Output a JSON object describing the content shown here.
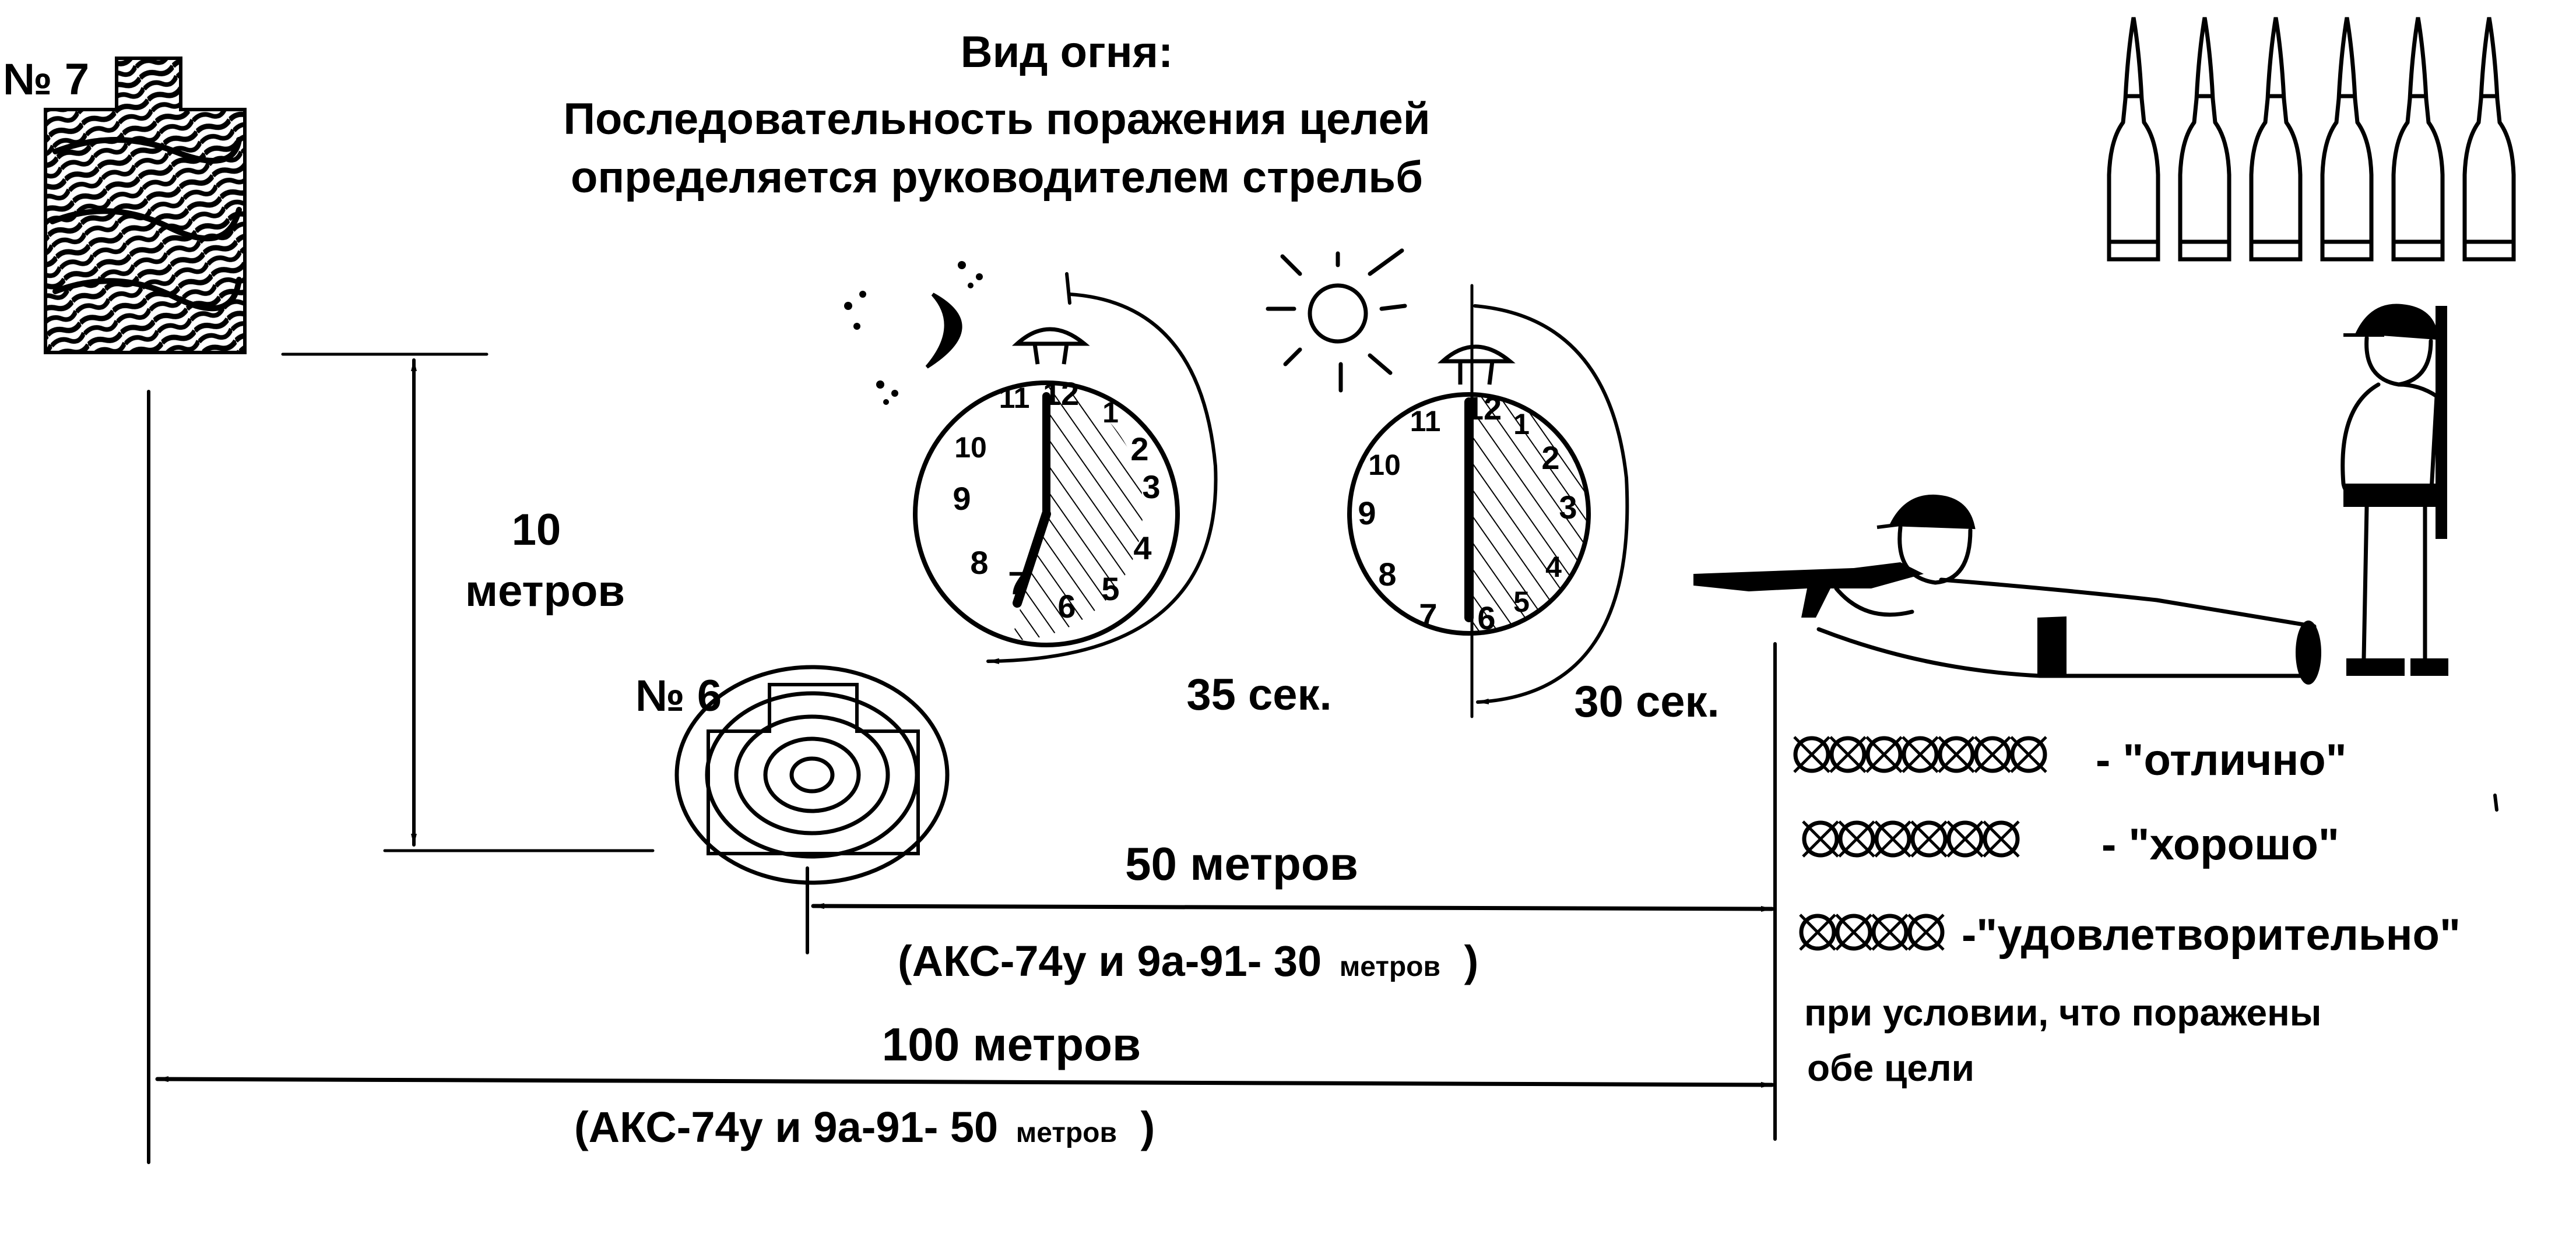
{
  "header": {
    "line1": "Вид огня:",
    "line2": "Последовательность  поражения  целей",
    "line3": "определяется  руководителем  стрельб"
  },
  "targets": {
    "target7_label": "№ 7",
    "target6_label": "№ 6"
  },
  "height_dim": {
    "value": "10",
    "unit": "метров"
  },
  "night_clock": {
    "time_label": "35 сек.",
    "numerals": [
      "12",
      "1",
      "2",
      "3",
      "4",
      "5",
      "6",
      "7",
      "8",
      "9",
      "10",
      "11"
    ]
  },
  "day_clock": {
    "time_label": "30 сек.",
    "numerals": [
      "12",
      "1",
      "2",
      "3",
      "4",
      "5",
      "6",
      "7",
      "8",
      "9",
      "10",
      "11"
    ]
  },
  "distance50": {
    "label": "50 метров",
    "note_main": "(АКС-74у  и  9а-91- 30",
    "note_unit": "метров",
    "note_close": ")"
  },
  "distance100": {
    "label": "100 метров",
    "note_main": "(АКС-74у  и   9а-91- 50",
    "note_unit": "метров",
    "note_close": ")"
  },
  "grading": {
    "excellent_count": 7,
    "excellent": "- \"отлично\"",
    "good_count": 6,
    "good": "- \"хорошо\"",
    "satisfactory_count": 4,
    "satisfactory": "-\"удовлетворительно\"",
    "condition_line1": "при условии, что  поражены",
    "condition_line2": "обе цели"
  },
  "ammo": {
    "cartridge_count": 6
  }
}
